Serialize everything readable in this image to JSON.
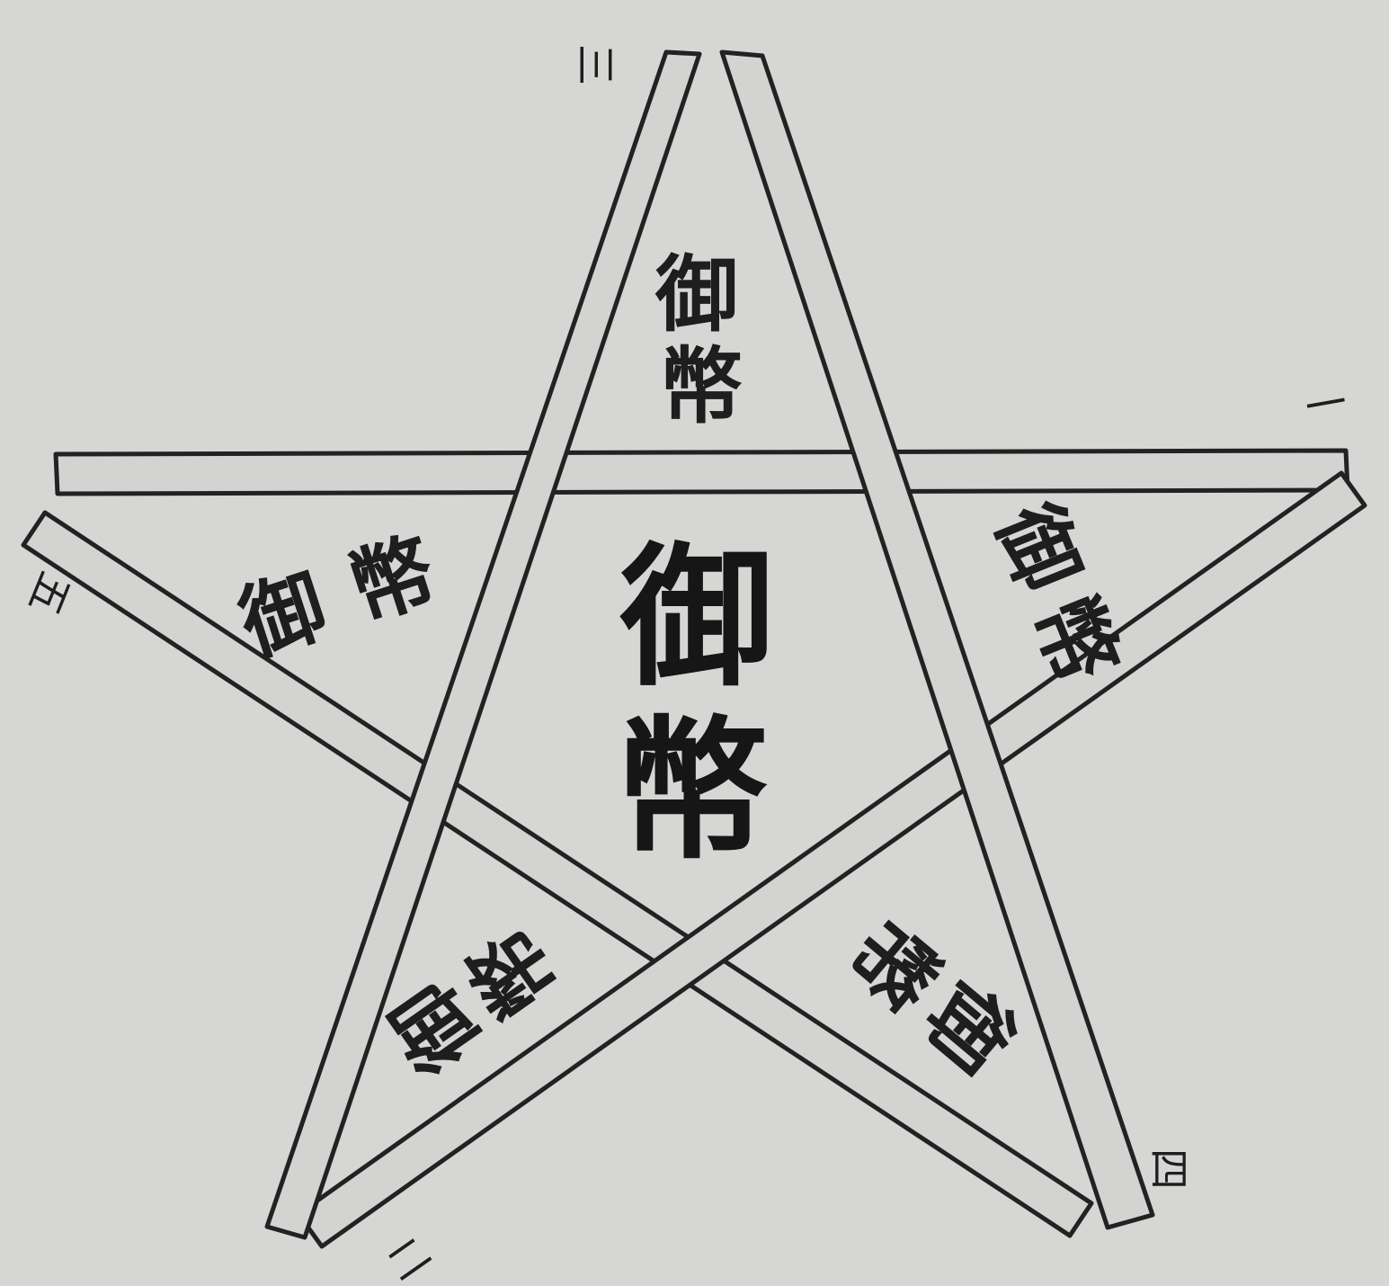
{
  "diagram": {
    "colors": {
      "background": "#d6d6d4",
      "ink": "#1e1e1e",
      "beam_fill": "#d3d3d1"
    },
    "center": {
      "line1": "御",
      "line2": "幣"
    },
    "wedges": {
      "top": {
        "line1": "御",
        "line2": "幣"
      },
      "left": {
        "line1": "御",
        "line2": "幣"
      },
      "right": {
        "line1": "御",
        "line2": "幣"
      },
      "bottom_left": {
        "line1": "御",
        "line2": "幣"
      },
      "bottom_right": {
        "line1": "御",
        "line2": "幣"
      }
    },
    "stick_numbers": {
      "one": "一",
      "two": "二",
      "three": "三",
      "four": "四",
      "five": "五"
    }
  }
}
